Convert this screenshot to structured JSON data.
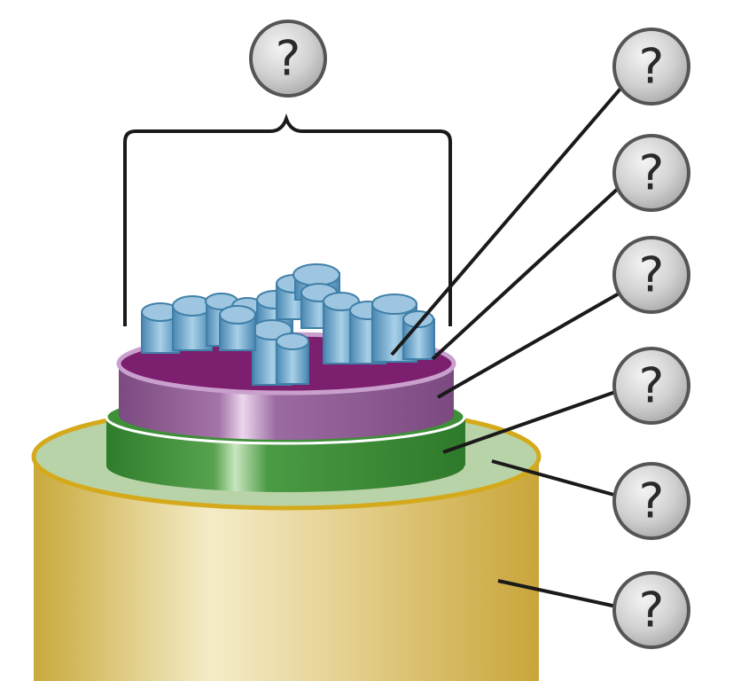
{
  "diagram": {
    "colors": {
      "cylinder": "#d2b452",
      "cylinder_highlight": "#f3e8c4",
      "cylinder_rim": "#d4aa1c",
      "ring_light_green": "#b9d3a8",
      "ring_green": "#3e8f38",
      "ring_purple": "#8e5a92",
      "ring_purple_top": "#7c1f6e",
      "particles": "#7eb0d0",
      "particles_dark": "#3f7fa8",
      "label_fill": "#d5d5d5",
      "label_border": "#555555"
    },
    "labels": [
      {
        "id": "top-bracket",
        "text": "?"
      },
      {
        "id": "callout-1",
        "text": "?"
      },
      {
        "id": "callout-2",
        "text": "?"
      },
      {
        "id": "callout-3",
        "text": "?"
      },
      {
        "id": "callout-4",
        "text": "?"
      },
      {
        "id": "callout-5",
        "text": "?"
      },
      {
        "id": "callout-6",
        "text": "?"
      }
    ]
  }
}
